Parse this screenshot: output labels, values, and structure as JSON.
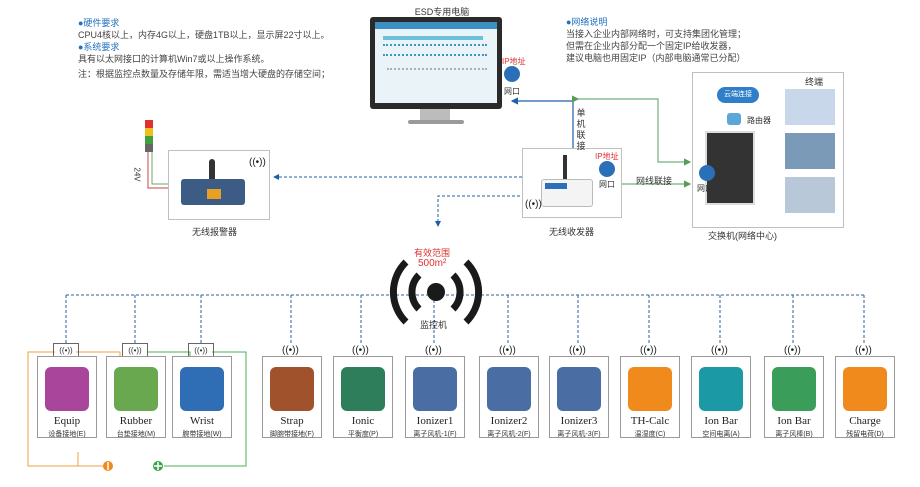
{
  "notes_left": {
    "hw_title": "●硬件要求",
    "hw_text": "CPU4核以上，内存4G以上，硬盘1TB以上，显示屏22寸以上。",
    "sys_title": "●系统要求",
    "sys_text": "具有以太网接口的计算机Win7或以上操作系统。",
    "remark": "注：根据监控点数量及存储年限，需适当增大硬盘的存储空间；"
  },
  "notes_right": {
    "title": "●网络说明",
    "line1": "当接入企业内部网络时，可支持集团化管理；",
    "line2": "但需在企业内部分配一个固定IP给收发器，",
    "line3": "建议电脑也用固定IP（内部电脑通常已分配）"
  },
  "computer": {
    "title": "ESD专用电脑",
    "ip_tag": "IP地址",
    "port": "网口"
  },
  "alarm": {
    "label": "无线报警器",
    "voltage": "24V"
  },
  "transceiver": {
    "label": "无线收发器",
    "ip_tag": "IP地址",
    "port": "网口"
  },
  "links": {
    "single": "单机联接",
    "network": "网线联接"
  },
  "network_center": {
    "terminal": "终端",
    "cloud": "云端连接",
    "router": "路由器",
    "port": "网口",
    "label": "交换机(网络中心)"
  },
  "monitor": {
    "range_label": "有效范围",
    "range_value": "500m²",
    "label": "监控机"
  },
  "devices": [
    {
      "en": "Equip",
      "cn": "设备接地(E)",
      "color": "#a9459a",
      "icon": "equip-icon"
    },
    {
      "en": "Rubber",
      "cn": "台垫接地(M)",
      "color": "#6aa84f",
      "icon": "mat-icon"
    },
    {
      "en": "Wrist",
      "cn": "腕带接地(W)",
      "color": "#2f6db5",
      "icon": "wrist-icon"
    },
    {
      "en": "Strap",
      "cn": "脚腕带接地(F)",
      "color": "#a0522d",
      "icon": "strap-icon"
    },
    {
      "en": "Ionic",
      "cn": "平衡度(P)",
      "color": "#2e7d5b",
      "icon": "ionic-icon"
    },
    {
      "en": "Ionizer1",
      "cn": "离子风机-1(F)",
      "color": "#4a6ea3",
      "icon": "fan-icon"
    },
    {
      "en": "Ionizer2",
      "cn": "离子风机-2(F)",
      "color": "#4a6ea3",
      "icon": "fan-icon"
    },
    {
      "en": "Ionizer3",
      "cn": "离子风机-3(F)",
      "color": "#4a6ea3",
      "icon": "fan-icon"
    },
    {
      "en": "TH-Calc",
      "cn": "温湿度(C)",
      "color": "#f08a1c",
      "icon": "thermometer-icon"
    },
    {
      "en": "Ion Bar",
      "cn": "空间电离(A)",
      "color": "#1b9aa6",
      "icon": "ionbar-icon"
    },
    {
      "en": "Ion Bar",
      "cn": "离子风棒(B)",
      "color": "#3a9d5a",
      "icon": "ionbar-blade-icon"
    },
    {
      "en": "Charge",
      "cn": "残留电荷(D)",
      "color": "#f08a1c",
      "icon": "charge-icon"
    }
  ]
}
